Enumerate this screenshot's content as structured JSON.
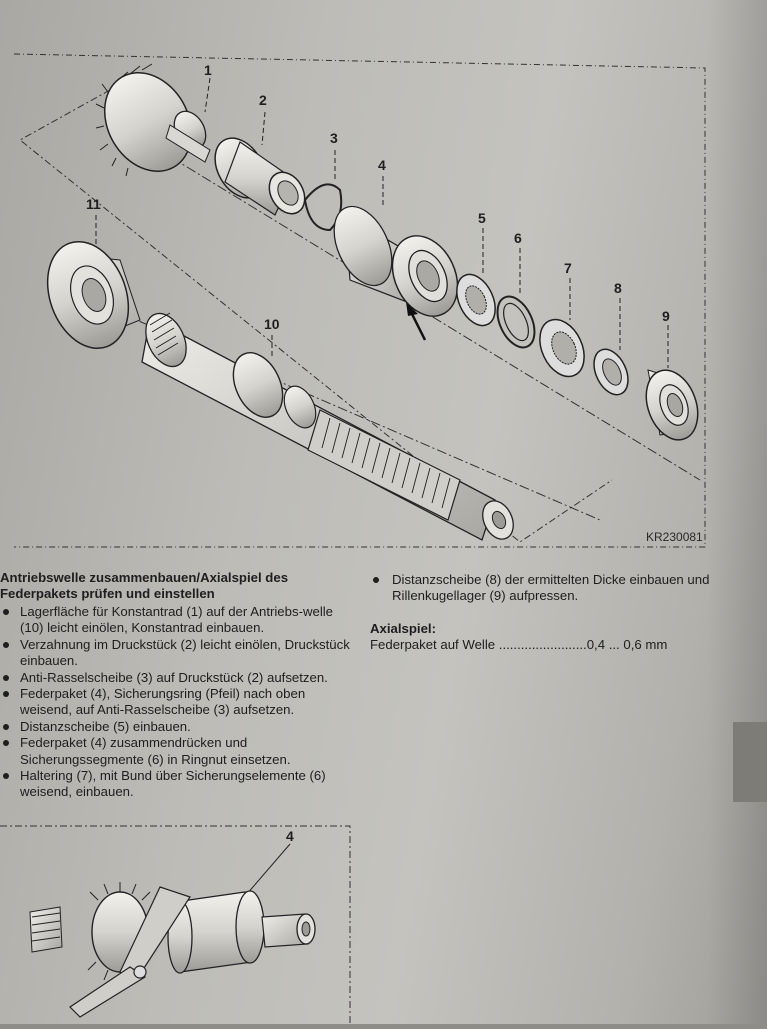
{
  "figure": {
    "reference_code": "KR230081",
    "callouts": [
      "1",
      "2",
      "3",
      "4",
      "5",
      "6",
      "7",
      "8",
      "9",
      "10",
      "11"
    ]
  },
  "section": {
    "heading": "Antriebswelle zusammenbauen/Axialspiel des Federpakets prüfen und einstellen",
    "steps": [
      "Lagerfläche für Konstantrad (1) auf der Antriebs-welle (10) leicht einölen, Konstantrad einbauen.",
      "Verzahnung im Druckstück (2) leicht einölen, Druckstück einbauen.",
      "Anti-Rasselscheibe (3) auf Druckstück (2) aufsetzen.",
      "Federpaket (4), Sicherungsring (Pfeil) nach oben weisend, auf Anti-Rasselscheibe (3) aufsetzen.",
      "Distanzscheibe (5) einbauen.",
      "Federpaket (4) zusammendrücken und Sicherungssegmente (6) in Ringnut einsetzen.",
      "Haltering (7), mit Bund über Sicherungselemente (6) weisend, einbauen."
    ],
    "right_steps": [
      "Distanzscheibe (8) der ermittelten Dicke einbauen und Rillenkugellager (9) aufpressen."
    ],
    "axial": {
      "heading": "Axialspiel:",
      "label": "Federpaket auf Welle",
      "dots": "........................",
      "value": "0,4 ... 0,6 mm"
    }
  },
  "bottom_figure": {
    "callout": "4"
  }
}
